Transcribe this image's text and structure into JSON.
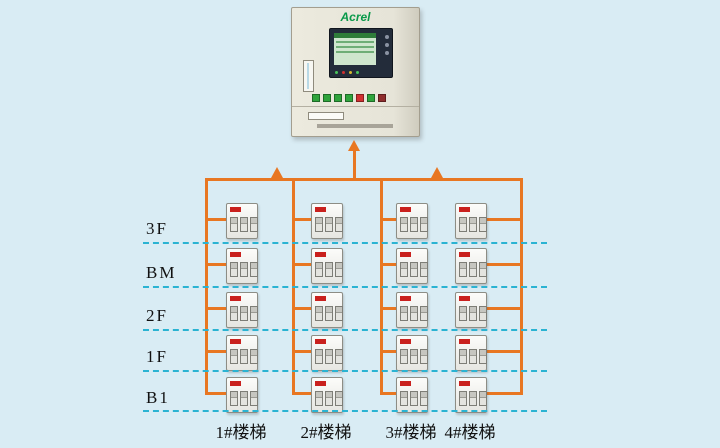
{
  "brand": {
    "logo": "Acrel"
  },
  "colors": {
    "background": "#d9ecf4",
    "wire": "#e87722",
    "floor_divider": "#2bb3d2",
    "brand_green": "#0a9a4a",
    "device_tag_red": "#c9211e"
  },
  "cabinet": {
    "name": "monitoring-cabinet",
    "button_colors": [
      "#2fa43c",
      "#2fa43c",
      "#2fa43c",
      "#2fa43c",
      "#d03030",
      "#2fa43c",
      "#8f2d2d"
    ],
    "led_colors": [
      "#49c35a",
      "#d03030",
      "#d8b92f",
      "#49c35a"
    ]
  },
  "floors": [
    {
      "label": "3F"
    },
    {
      "label": "BM"
    },
    {
      "label": "2F"
    },
    {
      "label": "1F"
    },
    {
      "label": "B1"
    }
  ],
  "columns": [
    {
      "label": "1#楼梯"
    },
    {
      "label": "2#楼梯"
    },
    {
      "label": "3#楼梯"
    },
    {
      "label": "4#楼梯"
    }
  ],
  "grid": {
    "rows": 5,
    "cols": 4,
    "device_count": 20
  }
}
